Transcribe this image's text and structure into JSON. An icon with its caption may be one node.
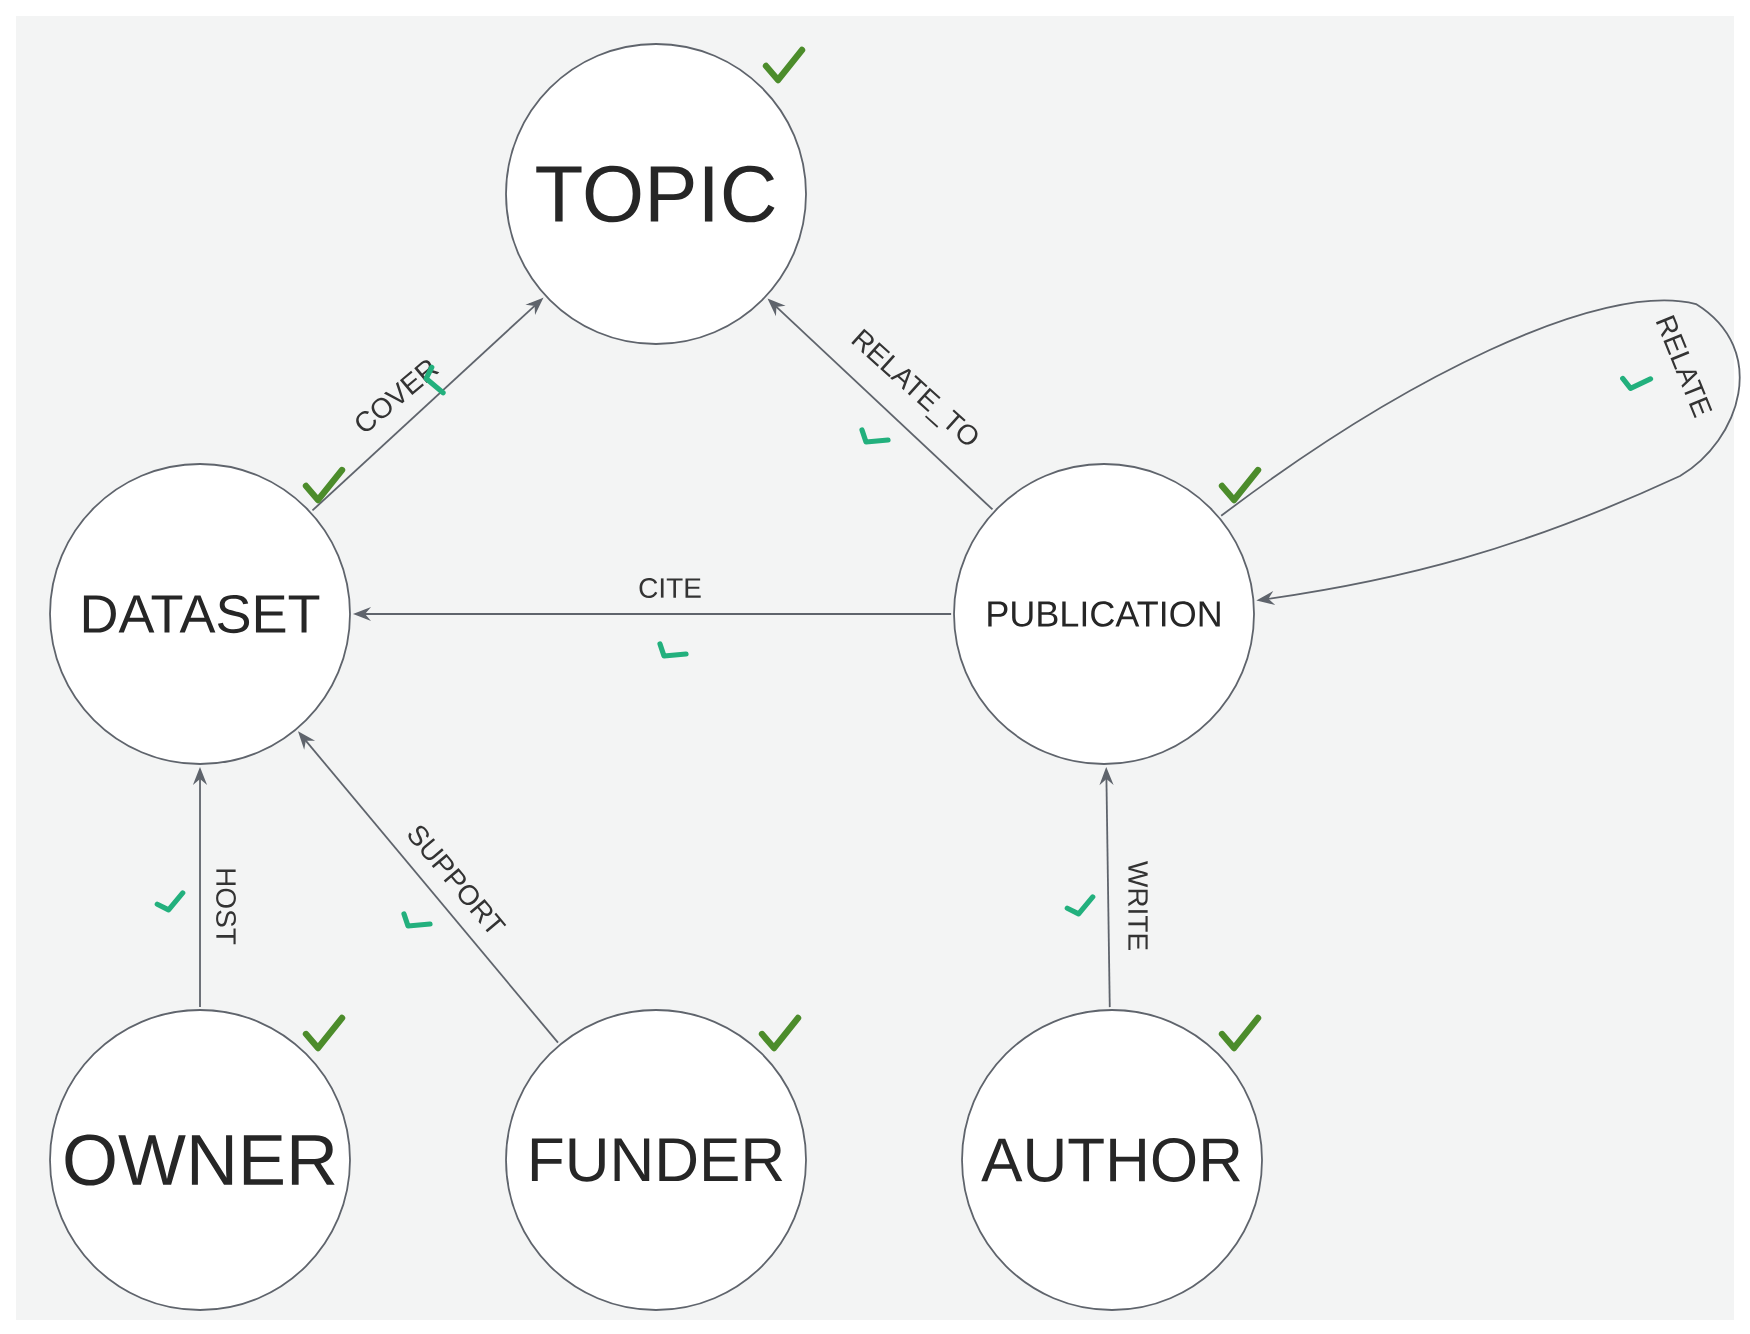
{
  "diagram": {
    "nodes": [
      {
        "text": [
          "TOPIC"
        ]
      },
      {
        "text": [
          "DATASET"
        ]
      },
      {
        "text": [
          "PUBLICATION"
        ]
      },
      {
        "text": [
          "OWNER"
        ]
      },
      {
        "text": [
          "FUNDER"
        ]
      },
      {
        "text": [
          "AUTHOR"
        ]
      }
    ],
    "edges": [
      {
        "from": 1,
        "to": 0,
        "arrow": "to",
        "label": "COVER"
      },
      {
        "from": 2,
        "to": 0,
        "arrow": "to",
        "label": "RELATE_TO"
      },
      {
        "from": 2,
        "to": 1,
        "arrow": "to",
        "label": "CITE"
      },
      {
        "from": 2,
        "to": 2,
        "arrow": "to",
        "label": "RELATE"
      },
      {
        "from": 3,
        "to": 1,
        "arrow": "to",
        "label": "HOST"
      },
      {
        "from": 4,
        "to": 1,
        "arrow": "to",
        "label": "SUPPORT"
      },
      {
        "from": 5,
        "to": 2,
        "arrow": "to",
        "label": "WRITE"
      }
    ]
  }
}
